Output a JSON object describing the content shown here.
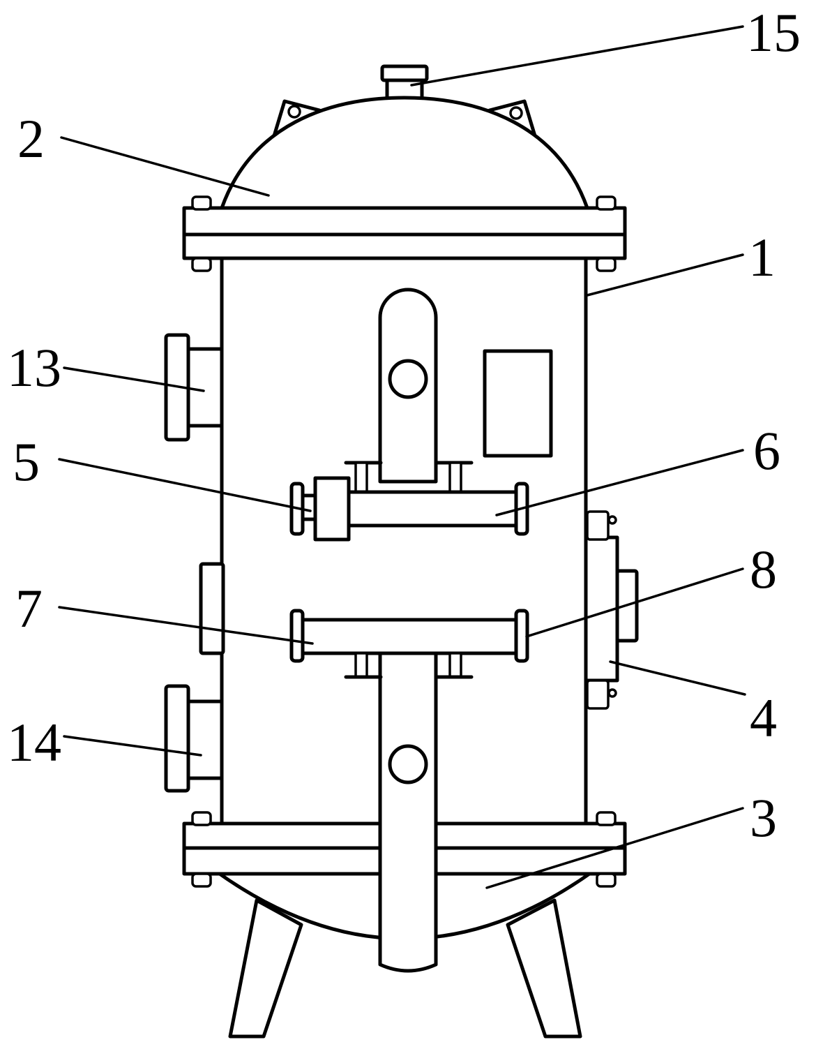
{
  "labels": {
    "l1": "1",
    "l2": "2",
    "l3": "3",
    "l4": "4",
    "l5": "5",
    "l6": "6",
    "l7": "7",
    "l8": "8",
    "l13": "13",
    "l14": "14",
    "l15": "15"
  }
}
